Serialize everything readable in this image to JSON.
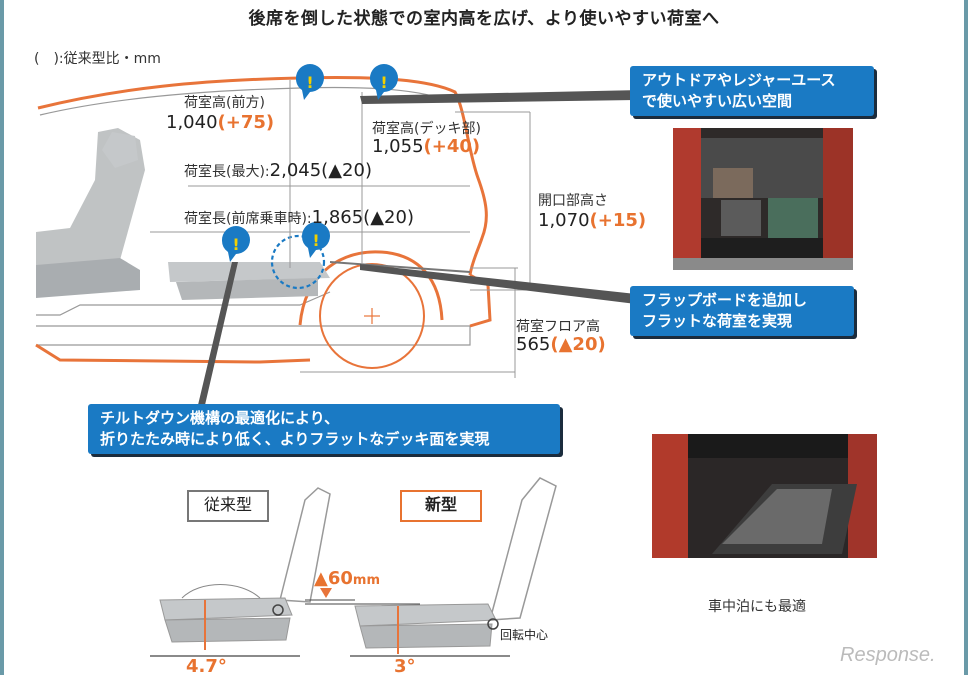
{
  "title": "後席を倒した状態での室内高を広げ、より使いやすい荷室へ",
  "legend_note": "(　):従来型比・mm",
  "measurements": {
    "cargo_height_front": {
      "label": "荷室高(前方)",
      "value": "1,040",
      "delta": "(+75)"
    },
    "cargo_height_deck": {
      "label": "荷室高(デッキ部)",
      "value": "1,055",
      "delta": "(+40)"
    },
    "cargo_length_max": {
      "label": "荷室長(最大):",
      "value": "2,045(▲20)"
    },
    "cargo_length_front_seat": {
      "label": "荷室長(前席乗車時):",
      "value": "1,865(▲20)"
    },
    "opening_height": {
      "label": "開口部高さ",
      "value": "1,070",
      "delta": "(+15)"
    },
    "cargo_floor_height": {
      "label": "荷室フロア高",
      "value": "565",
      "delta": "(▲20)"
    }
  },
  "callouts": {
    "outdoor": [
      "アウトドアやレジャーユース",
      "で使いやすい広い空間"
    ],
    "flapboard": [
      "フラップボードを追加し",
      "フラットな荷室を実現"
    ],
    "tiltdown": [
      "チルトダウン機構の最適化により、",
      "折りたたみ時により低く、よりフラットなデッキ面を実現"
    ]
  },
  "comparison": {
    "old_label": "従来型",
    "new_label": "新型",
    "drop": "▲60",
    "drop_unit": "mm",
    "old_angle": "4.7°",
    "new_angle": "3°",
    "pivot_label": "回転中心"
  },
  "caption_car_sleep": "車中泊にも最適",
  "watermark": "Response.",
  "colors": {
    "accent": "#e87330",
    "callout_blue": "#1a7ac4",
    "seat_gray": "#b9bcbe",
    "outline_orange": "#e8743a"
  }
}
